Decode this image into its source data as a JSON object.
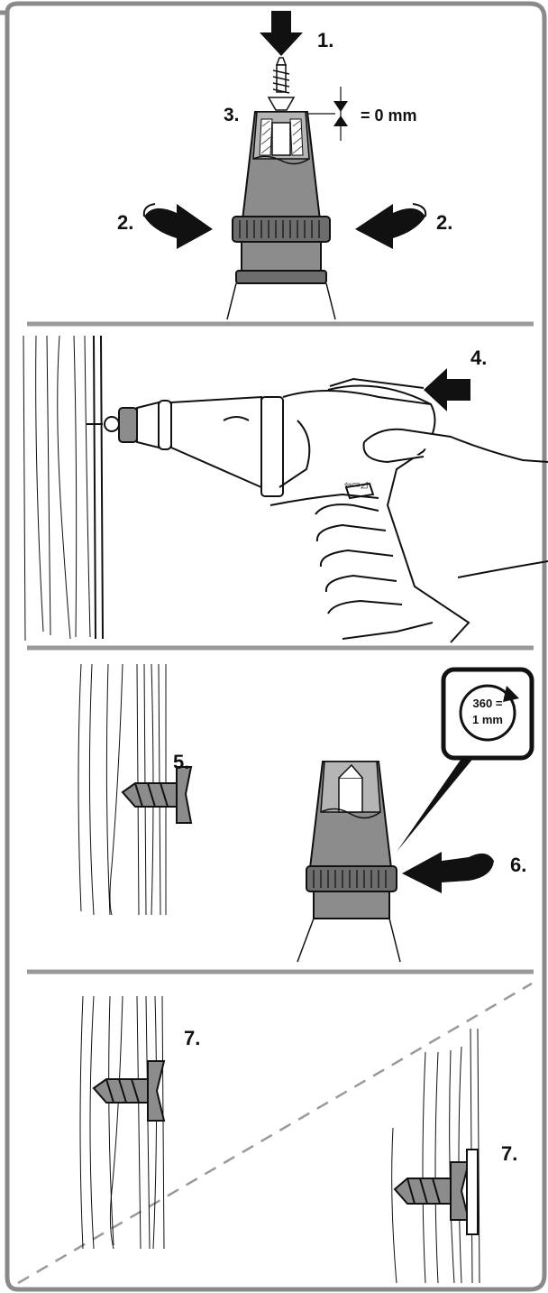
{
  "panels": [
    {
      "id": "adjust",
      "labels": {
        "step1": "1.",
        "step2_left": "2.",
        "step2_right": "2.",
        "step3": "3.",
        "depth": "= 0 mm"
      }
    },
    {
      "id": "drive",
      "labels": {
        "step4": "4."
      }
    },
    {
      "id": "fine-tune",
      "labels": {
        "step5": "5.",
        "step6": "6.",
        "rotation_top": "360 =",
        "rotation_bottom": "1 mm"
      }
    },
    {
      "id": "result",
      "labels": {
        "step7_left": "7.",
        "step7_right": "7."
      }
    }
  ],
  "colors": {
    "frame": "#8a8a8a",
    "ink": "#111111",
    "metal_dark": "#6d6d6d",
    "metal_mid": "#8c8c8c",
    "metal_light": "#b5b5b5",
    "divider": "#9a9a9a"
  }
}
